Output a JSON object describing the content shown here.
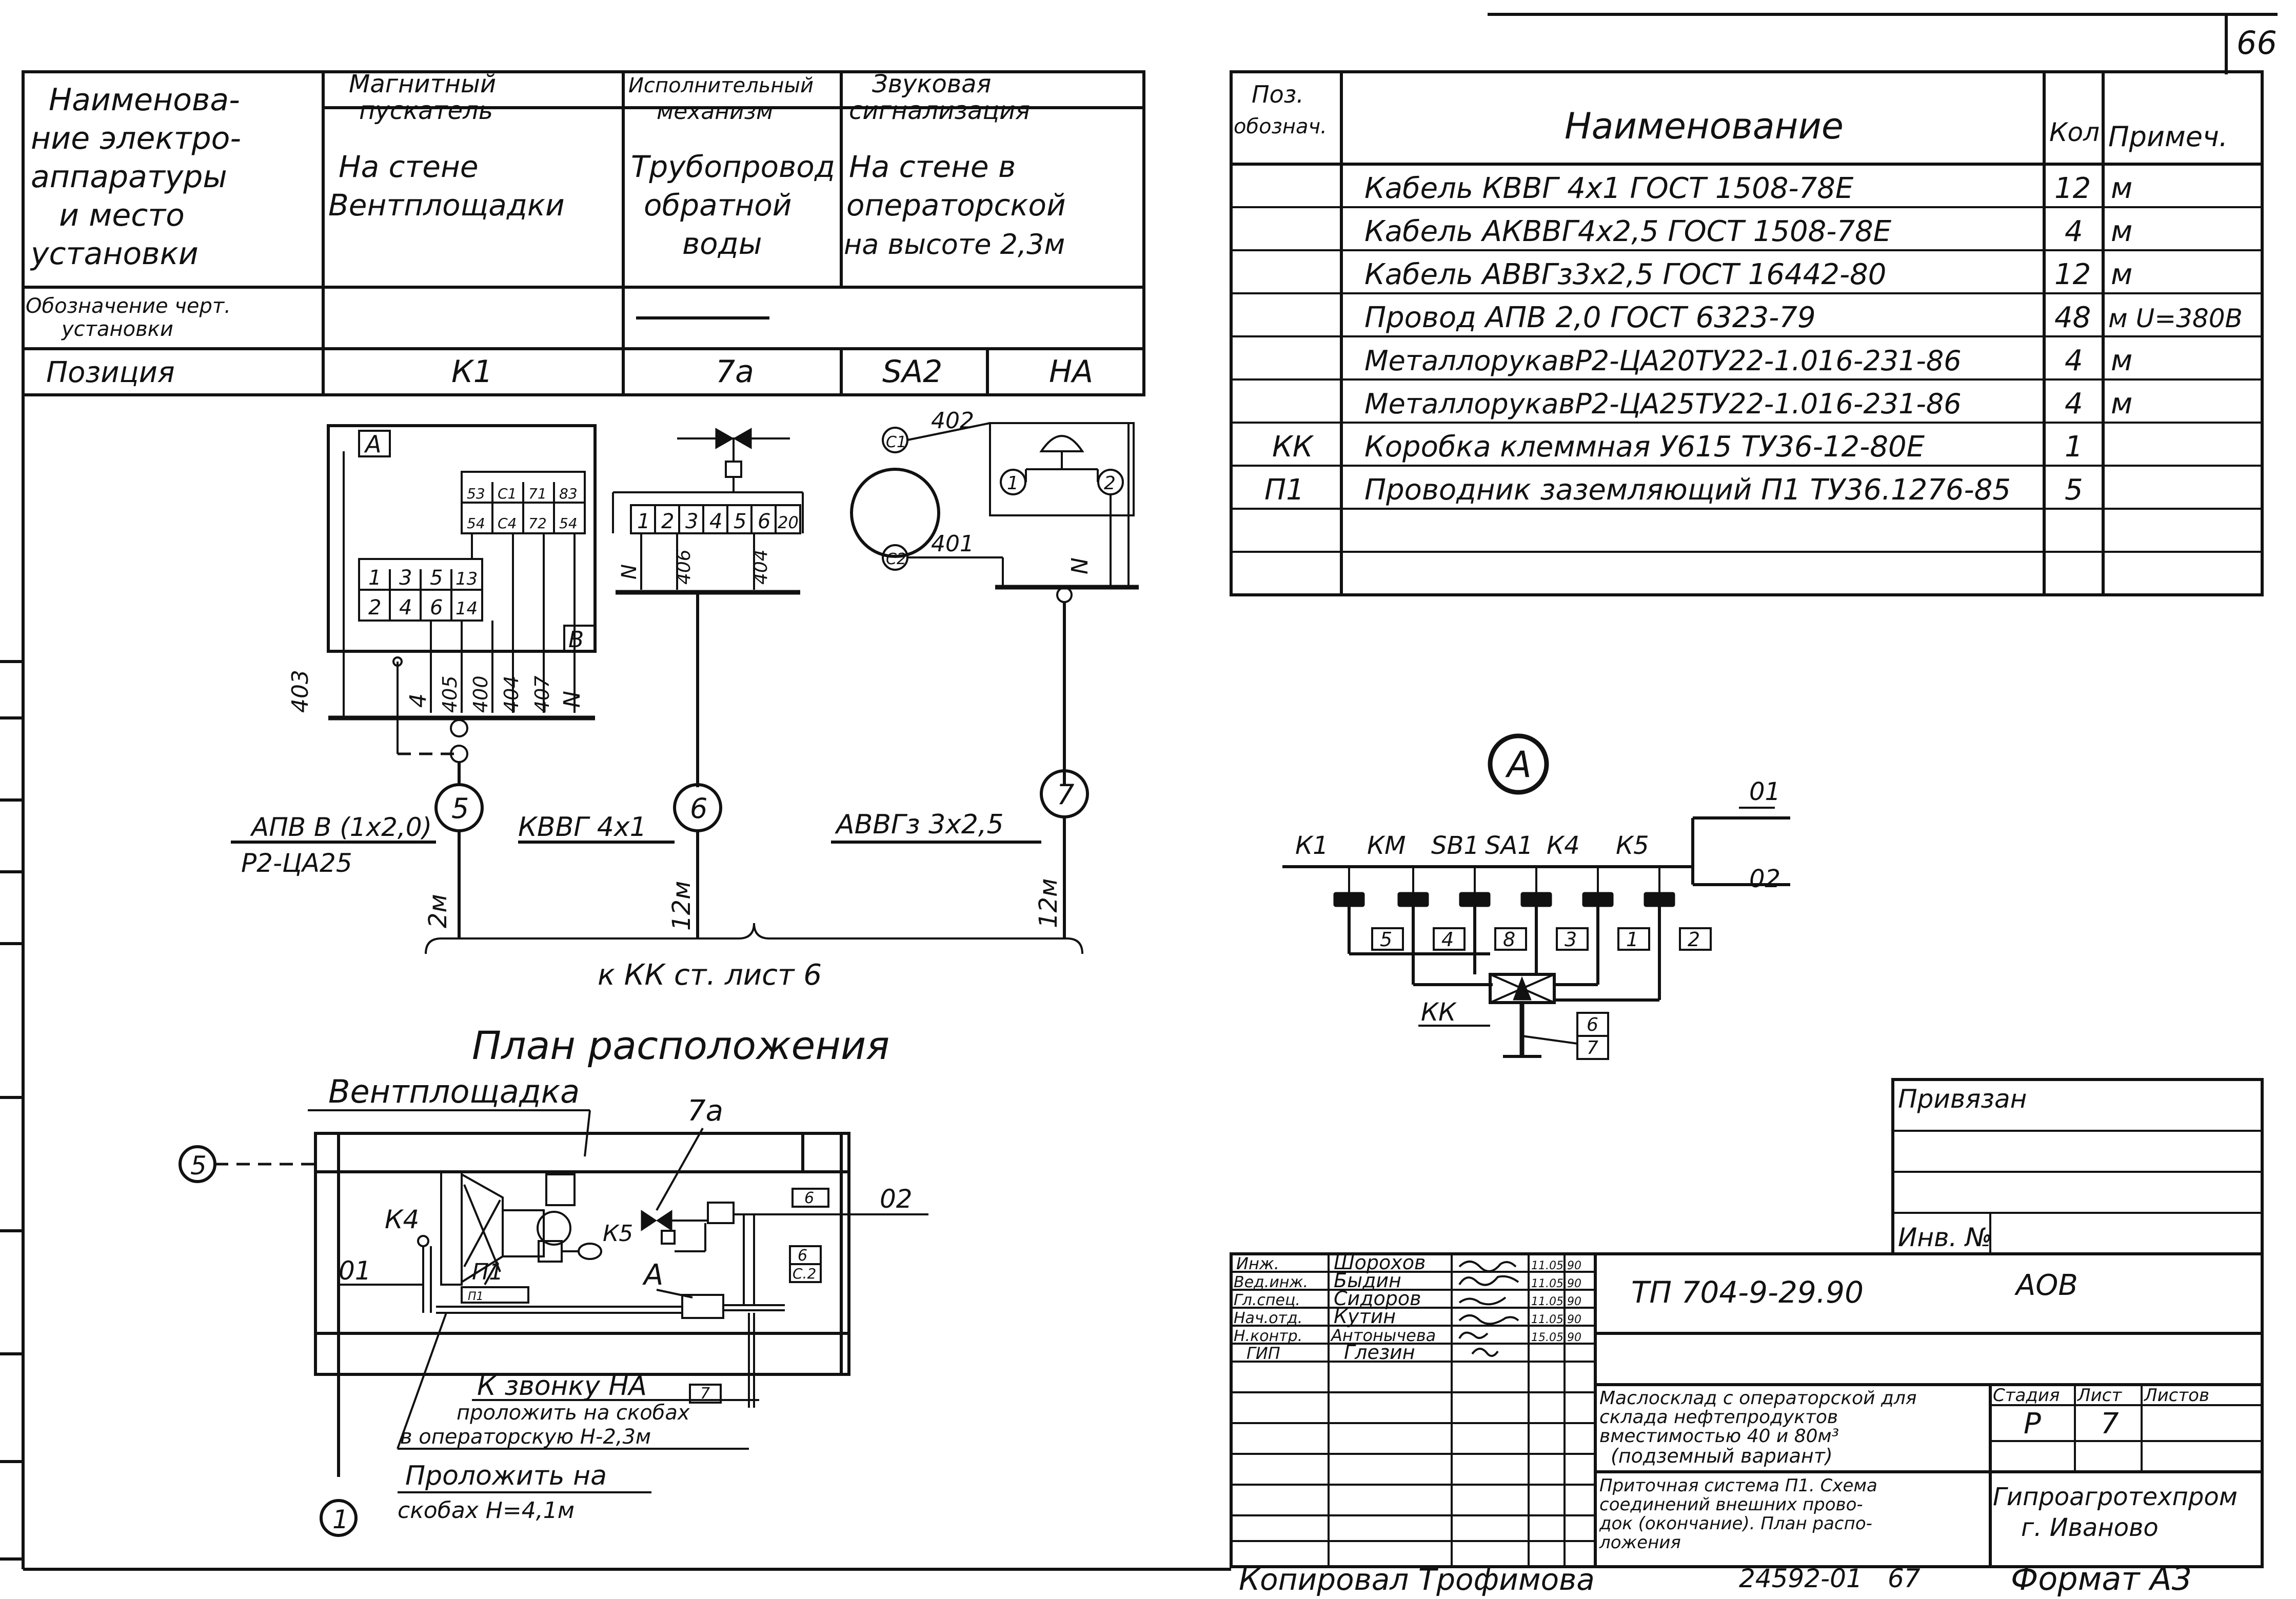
{
  "page_number": "66",
  "left_table": {
    "row_header": "Наименова-ние электро-аппаратуры и место установки",
    "row_header_lines": [
      "Наименова-",
      "ние электро-",
      "аппаратуры",
      "и место",
      "установки"
    ],
    "col1_title_lines": [
      "Магнитный",
      "пускатель"
    ],
    "col2_title_lines": [
      "Исполнительный",
      "механизм"
    ],
    "col3_title_lines": [
      "Звуковая",
      "сигнализация"
    ],
    "col1_place_lines": [
      "На стене",
      "Вентплощадки"
    ],
    "col2_place_lines": [
      "Трубопровод",
      "обратной",
      "воды"
    ],
    "col3_place_lines": [
      "На стене в",
      "операторской",
      "на высоте 2,3м"
    ],
    "drawing_label_lines": [
      "Обозначение черт.",
      "установки"
    ],
    "position_label": "Позиция",
    "positions": [
      "К1",
      "7а",
      "SA2",
      "HA"
    ]
  },
  "spec_table": {
    "headers": {
      "pos_lines": [
        "Поз.",
        "обознач."
      ],
      "name": "Наименование",
      "qty": "Кол",
      "note": "Примеч."
    },
    "rows": [
      {
        "pos": "",
        "name": "Кабель КВВГ 4х1    ГОСТ 1508-78Е",
        "qty": "12",
        "note": "м"
      },
      {
        "pos": "",
        "name": "Кабель АКВВГ4х2,5   ГОСТ 1508-78Е",
        "qty": "4",
        "note": "м"
      },
      {
        "pos": "",
        "name": "Кабель АВВГз3х2,5   ГОСТ 16442-80",
        "qty": "12",
        "note": "м"
      },
      {
        "pos": "",
        "name": "Провод АПВ 2,0     ГОСТ 6323-79",
        "qty": "48",
        "note": "м U=380В"
      },
      {
        "pos": "",
        "name": "МеталлорукавР2-ЦА20ТУ22-1.016-231-86",
        "qty": "4",
        "note": "м"
      },
      {
        "pos": "",
        "name": "МеталлорукавР2-ЦА25ТУ22-1.016-231-86",
        "qty": "4",
        "note": "м"
      },
      {
        "pos": "КК",
        "name": "Коробка клеммная У615 ТУ36-12-80Е",
        "qty": "1",
        "note": ""
      },
      {
        "pos": "П1",
        "name": "Проводник заземляющий П1 ТУ36.1276-85",
        "qty": "5",
        "note": ""
      },
      {
        "pos": "",
        "name": "",
        "qty": "",
        "note": ""
      },
      {
        "pos": "",
        "name": "",
        "qty": "",
        "note": ""
      }
    ]
  },
  "scheme": {
    "device_a": "А",
    "device_b": "В",
    "contacts_top_a": [
      "53",
      "С1",
      "71",
      "83"
    ],
    "contacts_top_b": [
      "54",
      "С4",
      "72",
      "54"
    ],
    "terminals_row1": [
      "1",
      "3",
      "5",
      "13"
    ],
    "terminals_row2": [
      "2",
      "4",
      "6",
      "14"
    ],
    "wire_labels_starter": [
      "403",
      "4",
      "405",
      "400",
      "404",
      "407",
      "N"
    ],
    "actuator_terminals": [
      "1",
      "2",
      "3",
      "4",
      "5",
      "6",
      "20"
    ],
    "actuator_wires": [
      "N",
      "406",
      "404"
    ],
    "siren_terminals": [
      "С1",
      "С2",
      "1",
      "2"
    ],
    "siren_wires": [
      "402",
      "401",
      "N"
    ],
    "cable_numbers": [
      "5",
      "6",
      "7"
    ],
    "cable_labels": [
      "АПВ В (1х2,0)",
      "Р2-ЦА25",
      "КВВГ 4х1",
      "АВВГз 3х2,5"
    ],
    "cable_lengths": [
      "2м",
      "12м",
      "12м"
    ],
    "to_box": "к КК ст. лист 6"
  },
  "plan": {
    "title": "План расположения",
    "vent": "Вентплощадка",
    "label_7a": "7а",
    "label_k5": "К5",
    "label_k4": "К4",
    "label_01": "01",
    "label_02": "02",
    "label_p1": "П1",
    "label_a": "А",
    "label_6": "6",
    "label_c2": "С.2",
    "label_7": "7",
    "axis_5": "5",
    "axis_1": "1",
    "note1_lines": [
      "К звонку НА",
      "проложить на скобах",
      "в операторскую Н-2,3м"
    ],
    "note2_lines": [
      "Проложить на",
      "скобах Н=4,1м"
    ]
  },
  "detail_a": {
    "title": "А",
    "labels": [
      "К1",
      "КМ",
      "SB1",
      "SA1",
      "К4",
      "К5"
    ],
    "numbers": [
      "5",
      "4",
      "8",
      "3",
      "1",
      "2"
    ],
    "line_01": "01",
    "line_02": "02",
    "box": "КК",
    "sheet_ref": [
      "6",
      "7"
    ]
  },
  "title_block": {
    "privyazan": "Привязан",
    "inv": "Инв. №",
    "roles": [
      "Инж.",
      "Вед.инж.",
      "Гл.спец.",
      "Нач.отд.",
      "Н.контр.",
      "ГИП"
    ],
    "names": [
      "Шорохов",
      "Быдин",
      "Сидоров",
      "Кутин",
      "Антонычева",
      "Глезин"
    ],
    "dates": [
      "11.05.90",
      "11.05.90",
      "11.05.90",
      "11.05.90",
      "15.05.90",
      ""
    ],
    "code": "ТП 704-9-29.90",
    "section": "АОВ",
    "object_lines": [
      "Маслосклад с операторской для",
      "склада нефтепродуктов",
      "вместимостью 40 и 80м³",
      "(подземный вариант)"
    ],
    "sheet_title_lines": [
      "Приточная система П1. Схема",
      "соединений внешних прово-",
      "док (окончание). План распо-",
      "ложения"
    ],
    "stage_label": "Стадия",
    "sheet_label": "Лист",
    "sheets_label": "Листов",
    "stage": "Р",
    "sheet": "7",
    "org_lines": [
      "Гипроагротехпром",
      "г. Иваново"
    ]
  },
  "footer": {
    "copied": "Копировал Трофимова",
    "doc_no": "24592-01",
    "page": "67",
    "format": "Формат А3"
  }
}
